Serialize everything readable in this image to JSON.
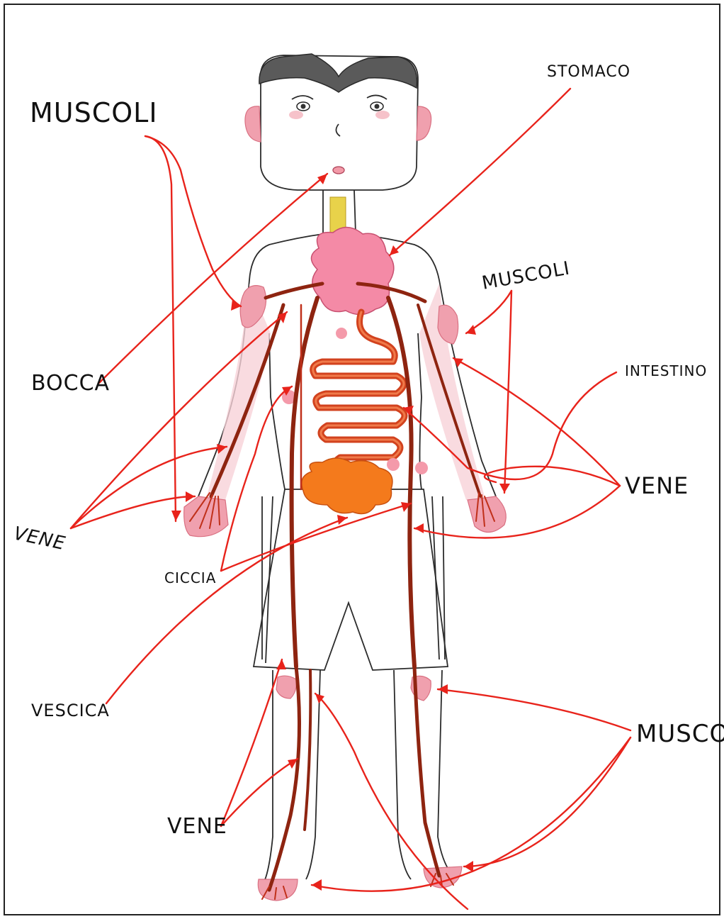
{
  "labels": {
    "muscoli_top_left": "MUSCOLI",
    "stomaco": "STOMACO",
    "muscoli_right_arm": "MUSCOLI",
    "bocca": "BOCCA",
    "intestino": "INTESTINO",
    "vene_right": "VENE",
    "vene_left": "VENE",
    "ciccia": "CICCIA",
    "vescica": "VESCICA",
    "muscoli_bottom_right": "MUSCOLI",
    "vene_bottom": "VENE"
  },
  "colors": {
    "arrow": "#e8231b",
    "vein": "#8e2410",
    "muscle": "#f0a0ae",
    "stomach": "#f48aa6",
    "intestine": "#d2421e",
    "bladder": "#f47a1c",
    "trachea": "#e8d24a",
    "hair": "#555555"
  }
}
